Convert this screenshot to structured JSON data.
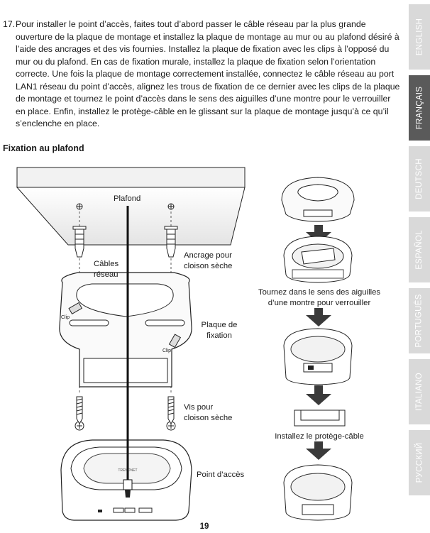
{
  "instruction": {
    "number": "17.",
    "text": "Pour installer le point d’accès, faites tout d’abord passer le câble réseau par la plus grande ouverture de la plaque de montage et installez la plaque de montage au mur ou au plafond désiré à l’aide des ancrages et des vis fournies. Installez la plaque de fixation avec les clips à l’opposé du mur ou du plafond. En cas de fixation murale, installez la plaque de fixation selon l’orientation correcte. Une fois la plaque de montage correctement installée, connectez le câble réseau au port LAN1 réseau du point d’accès, alignez les trous de fixation de ce dernier avec les clips de la plaque de montage et tournez le point d’accès dans le sens des aiguilles d’une montre pour le verrouiller en place. Enfin, installez le protège-câble en le glissant sur la plaque de montage jusqu’à ce qu’il s’enclenche en place."
  },
  "section_title": "Fixation au plafond",
  "diagram_labels": {
    "ceiling": "Plafond",
    "cables_1": "Câbles",
    "cables_2": "réseau",
    "anchor_1": "Ancrage pour",
    "anchor_2": "cloison sèche",
    "plate_1": "Plaque de",
    "plate_2": "fixation",
    "clip_left": "Clip",
    "clip_right": "Clip",
    "screws_1": "Vis pour",
    "screws_2": "cloison sèche",
    "access_point": "Point d’accès",
    "turn_1": "Tournez dans le sens des aiguilles",
    "turn_2": "d’une montre pour verrouiller",
    "cable_guard": "Installez le protège-câble",
    "device_brand": "TRENDNET"
  },
  "language_tabs": [
    {
      "label": "ENGLISH",
      "active": false
    },
    {
      "label": "FRANÇAIS",
      "active": true
    },
    {
      "label": "DEUTSCH",
      "active": false
    },
    {
      "label": "ESPAÑOL",
      "active": false
    },
    {
      "label": "PORTUGUÊS",
      "active": false
    },
    {
      "label": "ITALIANO",
      "active": false
    },
    {
      "label": "РУССКИЙ",
      "active": false
    }
  ],
  "page_number": "19",
  "colors": {
    "active_tab": "#5a5a5a",
    "inactive_tab": "#d9d9d9",
    "arrow": "#3a3a3a"
  }
}
